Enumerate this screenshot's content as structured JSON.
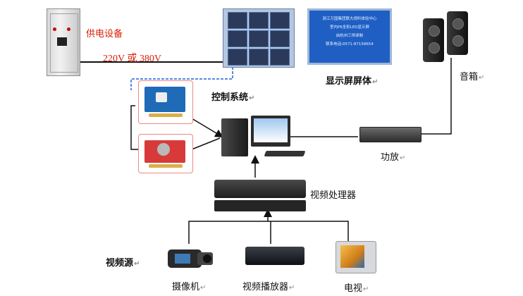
{
  "labels": {
    "power_equipment": "供电设备",
    "voltage": "220V 或 380V",
    "screen_body": "显示屏屏体",
    "speaker": "音箱",
    "control_system": "控制系统",
    "amplifier": "功放",
    "video_processor": "视频处理器",
    "video_source": "视频源",
    "camera": "摄像机",
    "video_player": "视频播放器",
    "tv": "电视",
    "return_mark": "↵"
  },
  "display_screen": {
    "line1": "浙江万国集团联大视听体验中心",
    "line2": "室内P6全彩LED显示屏",
    "line3": "由杭州三恒承制",
    "line4": "联系电话:0571-87158654"
  },
  "colors": {
    "wire": "#111111",
    "cable_blue": "#1e63d6",
    "accent_red": "#d81e06"
  }
}
